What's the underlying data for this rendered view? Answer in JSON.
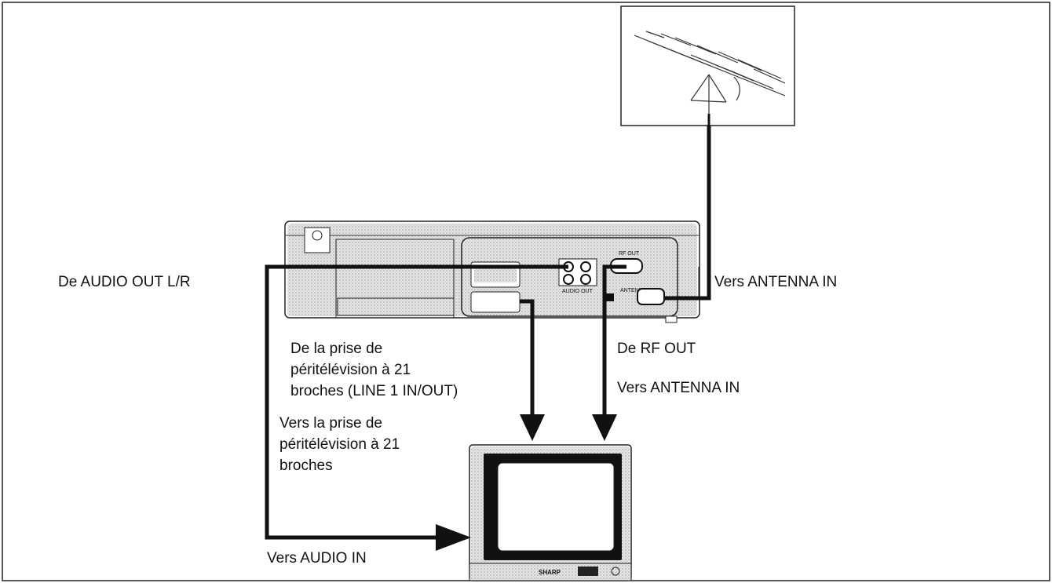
{
  "labels": {
    "audio_out": "De AUDIO OUT L/R",
    "antenna_in_top": "Vers ANTENNA IN",
    "scart_from": [
      "De la prise de",
      "péritélévision à 21",
      "broches (LINE 1 IN/OUT)"
    ],
    "rf_out": "De RF OUT",
    "antenna_in_tv": "Vers ANTENNA IN",
    "scart_to": [
      "Vers la prise de",
      "péritélévision à 21",
      "broches"
    ],
    "audio_in": "Vers AUDIO IN"
  },
  "device_labels": {
    "rf_out_jack": "RF OUT",
    "audio_out_jack": "AUDIO OUT",
    "antenna_in_jack": "ANTENNA IN",
    "tv_brand": "SHARP"
  },
  "colors": {
    "line": "#111111",
    "border": "#222222",
    "background": "#ffffff"
  }
}
